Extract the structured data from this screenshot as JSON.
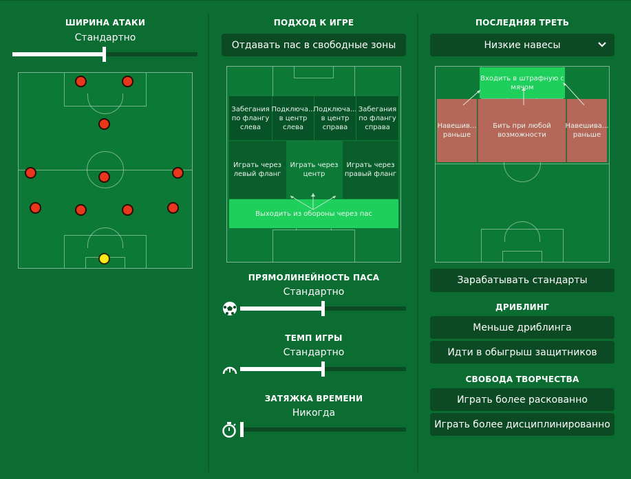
{
  "left": {
    "heading": "ШИРИНА АТАКИ",
    "value": "Стандартно",
    "slider_level": 0.5
  },
  "middle": {
    "heading": "ПОДХОД К ИГРЕ",
    "button": "Отдавать пас в свободные зоны",
    "zones": {
      "run_left": "Забегания по флангу слева",
      "overlap_center_left": "Подключа... в центр слева",
      "overlap_center_right": "Подключа... в центр справа",
      "run_right": "Забегания по флангу справа",
      "play_left": "Играть через левый фланг",
      "play_center": "Играть через центр",
      "play_right": "Играть через правый фланг",
      "build_up": "Выходить из обороны через пас"
    },
    "passing": {
      "heading": "ПРЯМОЛИНЕЙНОСТЬ ПАСА",
      "value": "Стандартно",
      "level": 0.5,
      "icon": "ball-icon"
    },
    "tempo": {
      "heading": "ТЕМП ИГРЫ",
      "value": "Стандартно",
      "level": 0.5,
      "icon": "speedometer-icon"
    },
    "time_wasting": {
      "heading": "ЗАТЯЖКА ВРЕМЕНИ",
      "value": "Никогда",
      "level": 0.0,
      "icon": "stopwatch-icon"
    }
  },
  "right": {
    "heading": "ПОСЛЕДНЯЯ ТРЕТЬ",
    "dropdown": "Низкие навесы",
    "zones": {
      "work_into_box": "Входить в штрафную с мячом",
      "cross_early_left": "Навешив... раньше",
      "shoot_on_sight": "Бить при любой возможности",
      "cross_early_right": "Навешива... раньше"
    },
    "set_pieces_button": "Зарабатывать стандарты",
    "dribbling": {
      "heading": "ДРИБЛИНГ",
      "options": [
        "Меньше дриблинга",
        "Идти в обыгрыш защитников"
      ]
    },
    "creative": {
      "heading": "СВОБОДА ТВОРЧЕСТВА",
      "options": [
        "Играть более раскованно",
        "Играть более дисциплинированно"
      ]
    }
  },
  "colors": {
    "background": "#0b6d31",
    "button": "#0b4a22",
    "active_zone": "#1fcf5c",
    "highlight_zone": "#b5685a",
    "player": "#e8371c",
    "goalkeeper": "#ffe81a"
  }
}
